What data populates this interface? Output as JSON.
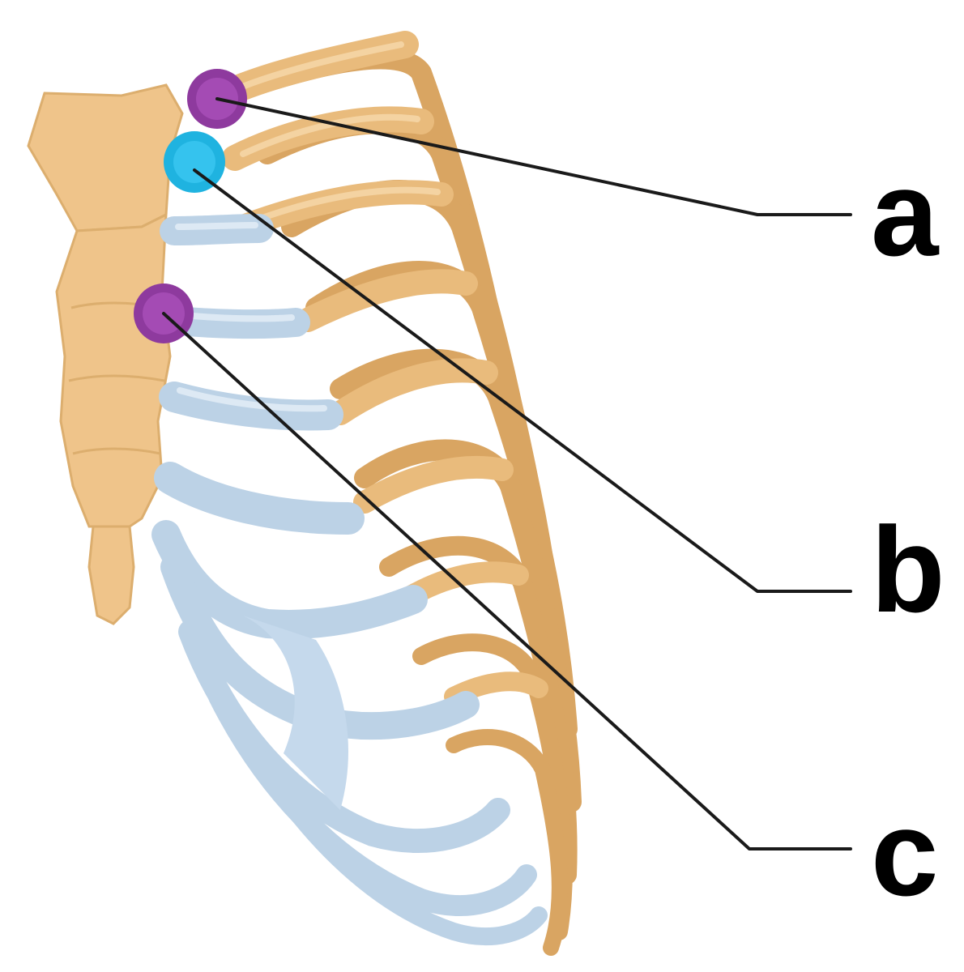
{
  "labels": {
    "a": "a",
    "b": "b",
    "c": "c"
  },
  "colors": {
    "bone": "#e9bb7c",
    "bone_shadow": "#d9a562",
    "cartilage": "#bcd2e6",
    "marker_a": "#8e3a9e",
    "marker_b": "#1fb3e0",
    "marker_c": "#8e3a9e",
    "leader_line": "#1a1a1a"
  }
}
